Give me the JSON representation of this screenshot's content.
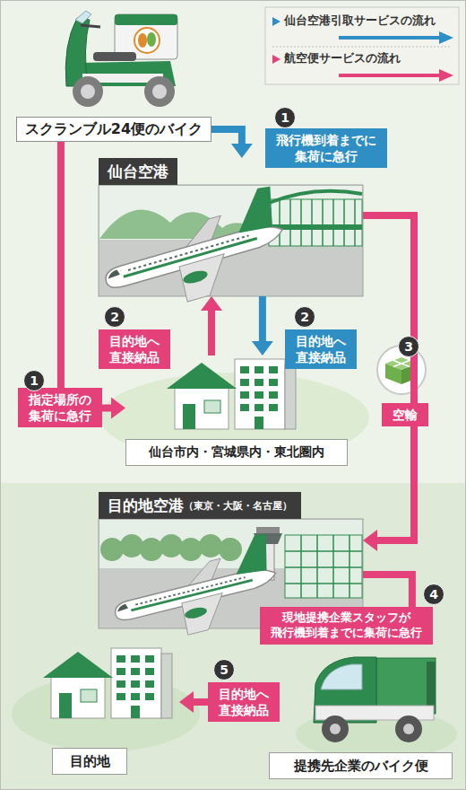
{
  "diagram": {
    "nodes": [
      {
        "text": [
          "スクランブル24便のバイク"
        ]
      },
      {
        "text": [
          "仙台空港"
        ]
      },
      {
        "text": [
          "仙台市内・宮城県内・東北圏内"
        ]
      },
      {
        "text": [
          "目的地空港",
          "（東京・大阪・名古屋）"
        ]
      },
      {
        "text": [
          "提携先企業のバイク便"
        ]
      },
      {
        "text": [
          "目的地"
        ]
      }
    ],
    "edges": [
      {
        "from": 0,
        "to": 1,
        "arrow": "to",
        "label": "飛行機到着までに 集荷に急行"
      },
      {
        "from": 1,
        "to": 2,
        "arrow": "to",
        "label": "目的地へ 直接納品"
      },
      {
        "from": 0,
        "to": 2,
        "arrow": "to",
        "label": "指定場所の 集荷に急行"
      },
      {
        "from": 2,
        "to": 1,
        "arrow": "to",
        "label": "目的地へ 直接納品"
      },
      {
        "from": 1,
        "to": 3,
        "arrow": "to",
        "label": "空輸"
      },
      {
        "from": 3,
        "to": 4,
        "arrow": "to",
        "label": "現地提携企業スタッフが 飛行機到着までに集荷に急行"
      },
      {
        "from": 4,
        "to": 5,
        "arrow": "to",
        "label": "目的地へ 直接納品"
      }
    ],
    "labels": [
      "1",
      "2",
      "2",
      "3",
      "1",
      "4",
      "5"
    ],
    "legend": [
      {
        "text": "仙台空港引取サービスの流れ"
      },
      {
        "text": "航空便サービスの流れ"
      }
    ]
  }
}
